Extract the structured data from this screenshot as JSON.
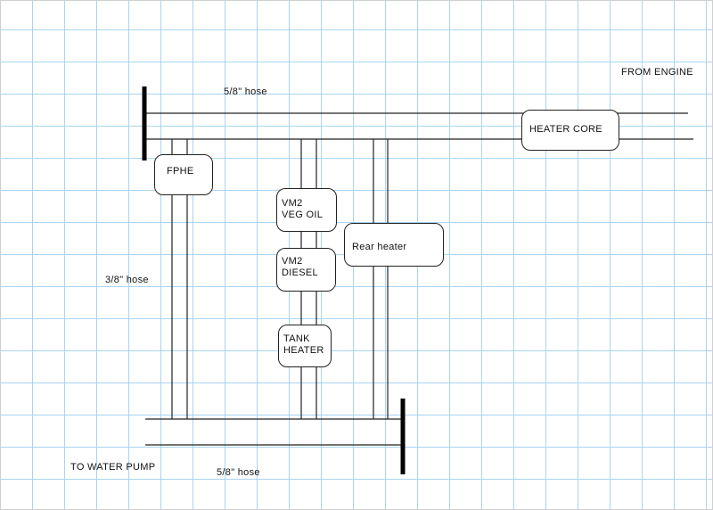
{
  "labels": {
    "from_engine": "FROM ENGINE",
    "to_water_pump": "TO WATER PUMP",
    "hose_top": "5/8\" hose",
    "hose_left": "3/8\" hose",
    "hose_bottom": "5/8\" hose"
  },
  "components": {
    "heater_core": "HEATER CORE",
    "fphe": "FPHE",
    "vm2_veg_oil": "VM2\nVEG OIL",
    "rear_heater": "Rear heater",
    "vm2_diesel": "VM2\nDIESEL",
    "tank_heater": "TANK\nHEATER"
  },
  "colors": {
    "grid": "#a9d4f2",
    "lines": "#222222",
    "manifold": "#000000"
  }
}
